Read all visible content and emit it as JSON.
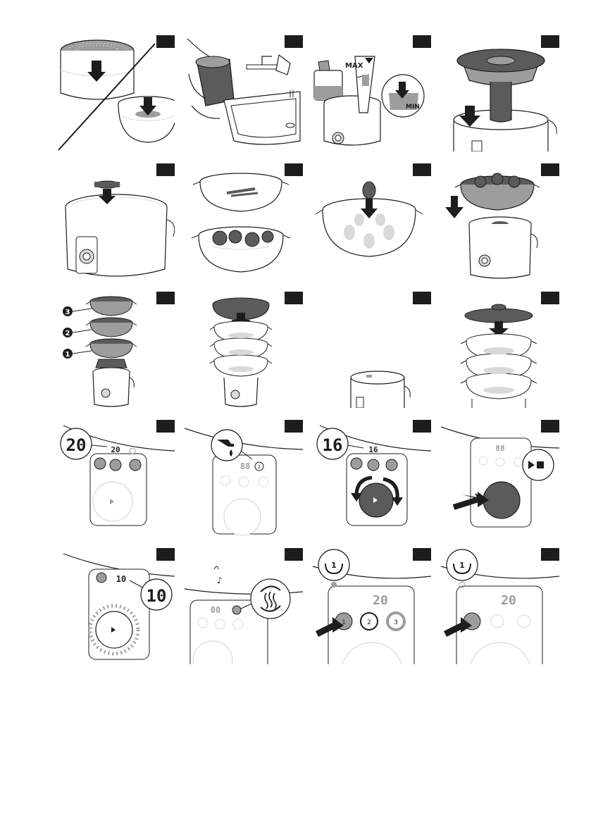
{
  "steps": [
    {
      "number": "",
      "labels": {}
    },
    {
      "number": "",
      "labels": {}
    },
    {
      "number": "",
      "labels": {
        "max": "MAX",
        "min": "MIN"
      }
    },
    {
      "number": "",
      "labels": {}
    },
    {
      "number": "",
      "labels": {}
    },
    {
      "number": "",
      "labels": {}
    },
    {
      "number": "",
      "labels": {}
    },
    {
      "number": "",
      "labels": {}
    },
    {
      "number": "",
      "labels": {
        "tier3": "3",
        "tier2": "2",
        "tier1": "1"
      }
    },
    {
      "number": "",
      "labels": {}
    },
    {
      "number": "",
      "labels": {}
    },
    {
      "number": "",
      "labels": {}
    },
    {
      "number": "",
      "labels": {
        "zoom": "20",
        "display": "20"
      }
    },
    {
      "number": "",
      "labels": {
        "display": "88",
        "refill": "1"
      }
    },
    {
      "number": "",
      "labels": {
        "zoom": "16",
        "display": "16"
      }
    },
    {
      "number": "",
      "labels": {
        "display": "88"
      }
    },
    {
      "number": "",
      "labels": {
        "display": "10",
        "zoom": "10"
      }
    },
    {
      "number": "",
      "labels": {
        "display": "00"
      }
    },
    {
      "number": "",
      "labels": {
        "zoom_tier": "1",
        "display": "20",
        "btn1": "1",
        "btn2": "2",
        "btn3": "3"
      }
    },
    {
      "number": "",
      "labels": {
        "zoom_tier": "1",
        "display": "20"
      }
    }
  ],
  "icons": [
    "steamer-basket-icon",
    "water-tap-icon",
    "play-stop-icon",
    "steam-icon",
    "music-note-icon"
  ],
  "colors": {
    "ink": "#1d1d1b",
    "dark_part": "#5b5b5b",
    "mid_grey": "#9d9d9c",
    "light_grey": "#d9d9d9"
  }
}
